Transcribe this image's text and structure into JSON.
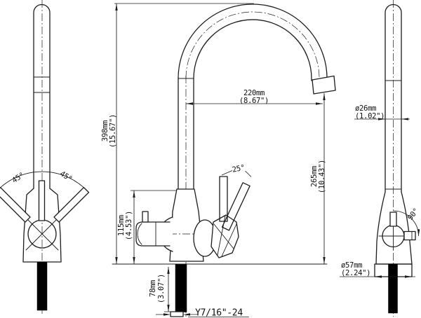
{
  "drawing": {
    "background": "#ffffff",
    "line_color": "#1c1c1c",
    "views": {
      "left_side": {
        "swing_left": "45°",
        "swing_right": "45°"
      },
      "front": {
        "overall_height_mm": "398mm",
        "overall_height_in": "(15.67\")",
        "spout_reach_mm": "220mm",
        "spout_reach_in": "(8.67\")",
        "spout_height_mm": "265mm",
        "spout_height_in": "(10.43\")",
        "body_height_mm": "115mm",
        "body_height_in": "(4.53\")",
        "shank_length_mm": "78mm",
        "shank_length_in": "(3.07\")",
        "lever_tilt": "25°",
        "thread_spec": "Y7/16\"-24"
      },
      "right_side": {
        "spout_diameter_mm": "ø26mm",
        "spout_diameter_in": "(1.02\")",
        "base_diameter_mm": "ø57mm",
        "base_diameter_in": "(2.24\")",
        "lever_swing": "90°"
      }
    }
  }
}
